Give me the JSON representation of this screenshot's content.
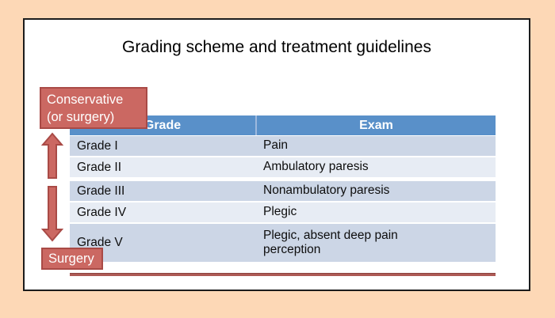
{
  "slide": {
    "title": "Grading scheme and treatment guidelines"
  },
  "table": {
    "headers": [
      "Grade",
      "Exam"
    ],
    "rows": [
      {
        "grade": "Grade I",
        "exam": "Pain"
      },
      {
        "grade": "Grade II",
        "exam": "Ambulatory paresis"
      },
      {
        "grade": "Grade III",
        "exam": "Nonambulatory paresis"
      },
      {
        "grade": "Grade IV",
        "exam": "Plegic"
      },
      {
        "grade": "Grade V",
        "exam": "Plegic, absent deep pain perception"
      }
    ]
  },
  "annotations": {
    "conservative_label": {
      "line1": "Conservative",
      "line2": "(or surgery)"
    },
    "surgery_label": "Surgery"
  },
  "colors": {
    "page_background": "#fdd8b6",
    "header_blue": "#5990c9",
    "row_dark": "#ccd6e6",
    "row_light": "#e7ecf4",
    "divider_red": "#ad5a55",
    "label_fill": "#cb6862",
    "label_border": "#a94a46"
  }
}
